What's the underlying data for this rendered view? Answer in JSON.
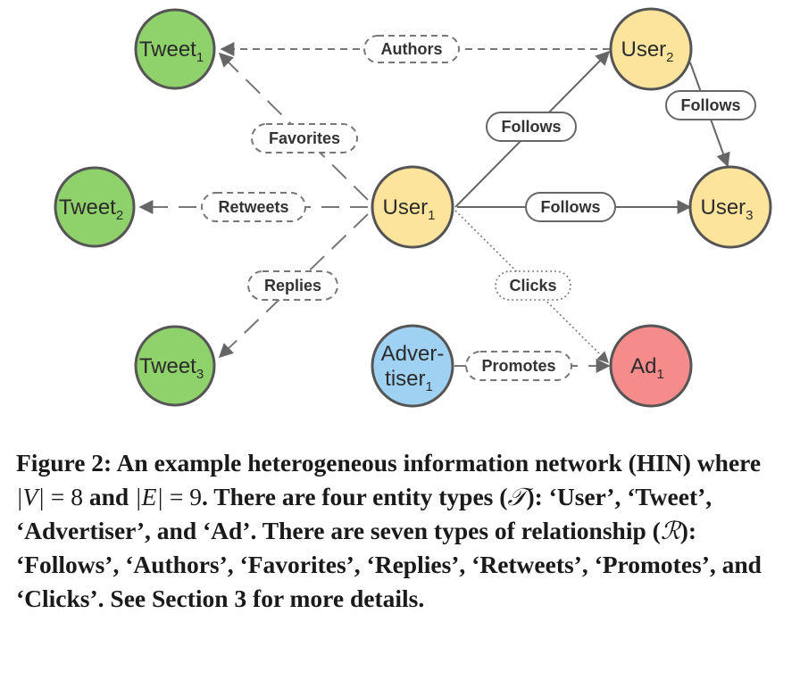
{
  "nodes": {
    "tweet1": {
      "name": "Tweet",
      "sub": "1"
    },
    "tweet2": {
      "name": "Tweet",
      "sub": "2"
    },
    "tweet3": {
      "name": "Tweet",
      "sub": "3"
    },
    "user1": {
      "name": "User",
      "sub": "1"
    },
    "user2": {
      "name": "User",
      "sub": "2"
    },
    "user3": {
      "name": "User",
      "sub": "3"
    },
    "advertiser1": {
      "name_line1": "Adver-",
      "name_line2": "tiser",
      "sub": "1"
    },
    "ad1": {
      "name": "Ad",
      "sub": "1"
    }
  },
  "edges": {
    "authors": "Authors",
    "favorites": "Favorites",
    "retweets": "Retweets",
    "replies": "Replies",
    "follows_u1_u2": "Follows",
    "follows_u2_u3": "Follows",
    "follows_u1_u3": "Follows",
    "clicks": "Clicks",
    "promotes": "Promotes"
  },
  "colors": {
    "tweet": "#8fd16a",
    "user": "#fde49c",
    "advertiser": "#9fd1f2",
    "ad": "#f58b8b",
    "stroke": "#555555",
    "edge": "#666666"
  },
  "caption": {
    "part1": "Figure 2: An example heterogeneous information network (HIN) where ",
    "abs_v": "|V|",
    "eq": " = ",
    "eight": "8",
    "and": " and ",
    "abs_e": "|E|",
    "nine": "9",
    "part2": ". There are four entity types (",
    "t_sym": "𝒯",
    "part3": "): ‘User’, ‘Tweet’, ‘Advertiser’, and ‘Ad’. There are seven types of relationship (",
    "r_sym": "ℛ",
    "part4": "): ‘Follows’, ‘Authors’, ‘Favorites’, ‘Replies’, ‘Retweets’, ‘Promotes’, and ‘Clicks’. See Section 3 for more details."
  }
}
